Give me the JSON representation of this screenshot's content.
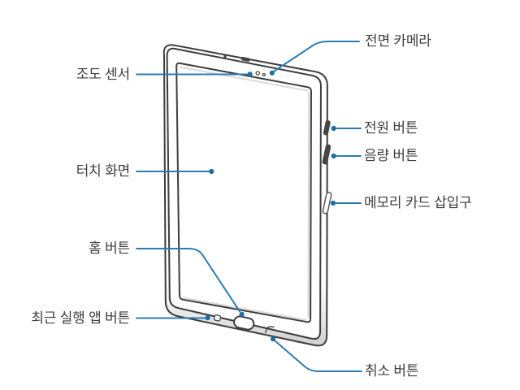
{
  "figure": {
    "description": "Tablet front-view parts diagram with Korean callout labels",
    "labels": [
      {
        "id": "front-camera",
        "text": "전면 카메라"
      },
      {
        "id": "illuminance-sensor",
        "text": "조도 센서"
      },
      {
        "id": "power-button",
        "text": "전원 버튼"
      },
      {
        "id": "volume-button",
        "text": "음량 버튼"
      },
      {
        "id": "touch-screen",
        "text": "터치 화면"
      },
      {
        "id": "memory-card-slot",
        "text": "메모리 카드 삽입구"
      },
      {
        "id": "home-button",
        "text": "홈 버튼"
      },
      {
        "id": "recent-apps-button",
        "text": "최근 실행 앱 버튼"
      },
      {
        "id": "cancel-button",
        "text": "취소 버튼"
      }
    ],
    "colors": {
      "callout_line": "#2c7cb4",
      "callout_dot": "#1d6fa5",
      "outline": "#3d3d3d",
      "label_text": "#3e3e3e",
      "background": "#ffffff"
    }
  }
}
